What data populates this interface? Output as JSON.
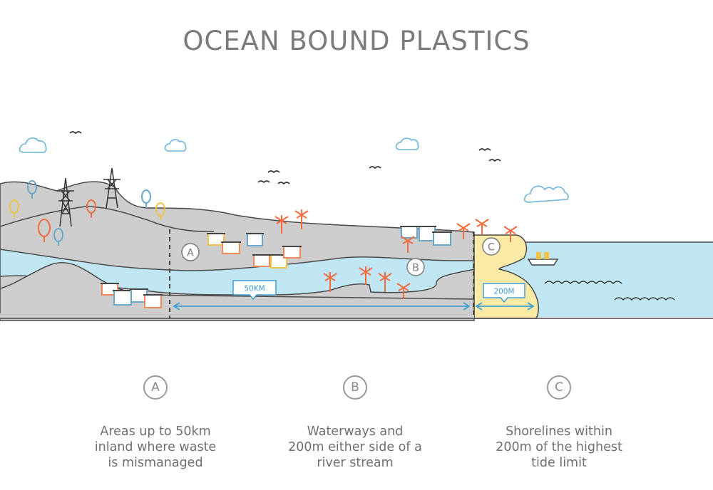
{
  "title": "OCEAN BOUND PLASTICS",
  "markers": {
    "a": "A",
    "b": "B",
    "c": "C"
  },
  "distances": {
    "inland": "50KM",
    "shore": "200M"
  },
  "legend": [
    {
      "letter": "A",
      "text": "Areas up to 50km\ninland where waste\nis mismanaged"
    },
    {
      "letter": "B",
      "text": "Waterways and\n200m either side of a\nriver stream"
    },
    {
      "letter": "C",
      "text": "Shorelines within\n200m of the highest\ntide limit"
    }
  ],
  "colors": {
    "land": "#cdcdcd",
    "water": "#bfe6f2",
    "beach": "#fbeaa6",
    "tree_orange": "#f26c3f",
    "house_blue": "#6aa6c8",
    "house_orange": "#f08a5d",
    "house_yellow": "#f2c244",
    "outline_dark": "#444444",
    "cloud": "#6fb6dc",
    "measure": "#3d9ed3"
  }
}
